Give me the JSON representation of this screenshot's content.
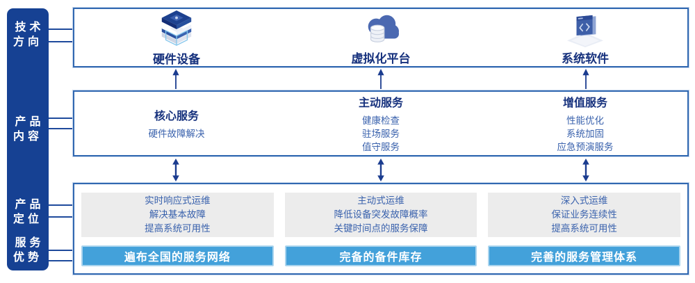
{
  "sidebar": {
    "labels": [
      {
        "id": "tech-direction",
        "line1": "技术",
        "line2": "方向"
      },
      {
        "id": "product-content",
        "line1": "产品",
        "line2": "内容"
      },
      {
        "id": "product-position",
        "line1": "产品",
        "line2": "定位"
      },
      {
        "id": "service-advantage",
        "line1": "服务",
        "line2": "优势"
      }
    ]
  },
  "tech_row": {
    "items": [
      {
        "icon": "server-stack-icon",
        "label": "硬件设备"
      },
      {
        "icon": "cloud-database-icon",
        "label": "虚拟化平台"
      },
      {
        "icon": "code-window-icon",
        "label": "系统软件"
      }
    ]
  },
  "service_row": {
    "columns": [
      {
        "title": "核心服务",
        "items": [
          "硬件故障解决"
        ]
      },
      {
        "title": "主动服务",
        "items": [
          "健康检查",
          "驻场服务",
          "值守服务"
        ]
      },
      {
        "title": "增值服务",
        "items": [
          "性能优化",
          "系统加固",
          "应急预演服务"
        ]
      }
    ]
  },
  "position_row": {
    "columns": [
      {
        "points": [
          "实时响应式运维",
          "解决基本故障",
          "提高系统可用性"
        ],
        "banner": "遍布全国的服务网络"
      },
      {
        "points": [
          "主动式运维",
          "降低设备突发故障概率",
          "关键时间点的服务保障"
        ],
        "banner": "完备的备件库存"
      },
      {
        "points": [
          "深入式运维",
          "保证业务连续性",
          "提高系统可用性"
        ],
        "banner": "完善的服务管理体系"
      }
    ]
  },
  "colors": {
    "sidebar_bg": "#164193",
    "box_border": "#3168b1",
    "title_text": "#16317d",
    "body_text": "#3a62ad",
    "banner_bg": "#43a1da",
    "banner_border": "#a9d4ee",
    "panel_bg": "#ececec",
    "arrow": "#1b3c8f"
  }
}
